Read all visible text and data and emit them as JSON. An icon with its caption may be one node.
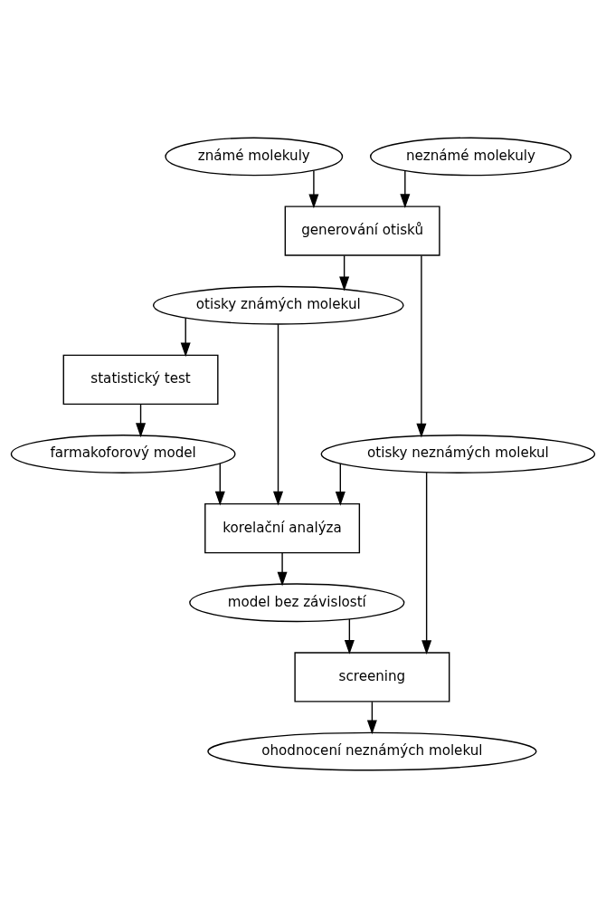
{
  "diagram": {
    "nodes": [
      {
        "text": [
          "známé molekuly"
        ]
      },
      {
        "text": [
          "neznámé molekuly"
        ]
      },
      {
        "text": [
          "generování otisků"
        ]
      },
      {
        "text": [
          "otisky známých molekul"
        ]
      },
      {
        "text": [
          "statistický test"
        ]
      },
      {
        "text": [
          "farmakoforový model"
        ]
      },
      {
        "text": [
          "otisky neznámých molekul"
        ]
      },
      {
        "text": [
          "korelační analýza"
        ]
      },
      {
        "text": [
          "model bez závislostí"
        ]
      },
      {
        "text": [
          "screening"
        ]
      },
      {
        "text": [
          "ohodnocení neznámých molekul"
        ]
      }
    ],
    "edges": [
      {
        "from": 0,
        "to": 2,
        "arrow": "to"
      },
      {
        "from": 1,
        "to": 2,
        "arrow": "to"
      },
      {
        "from": 2,
        "to": 3,
        "arrow": "to"
      },
      {
        "from": 2,
        "to": 6,
        "arrow": "to"
      },
      {
        "from": 3,
        "to": 4,
        "arrow": "to"
      },
      {
        "from": 3,
        "to": 7,
        "arrow": "to"
      },
      {
        "from": 4,
        "to": 5,
        "arrow": "to"
      },
      {
        "from": 5,
        "to": 7,
        "arrow": "to"
      },
      {
        "from": 6,
        "to": 7,
        "arrow": "to"
      },
      {
        "from": 6,
        "to": 9,
        "arrow": "to"
      },
      {
        "from": 7,
        "to": 8,
        "arrow": "to"
      },
      {
        "from": 8,
        "to": 9,
        "arrow": "to"
      },
      {
        "from": 9,
        "to": 10,
        "arrow": "to"
      }
    ]
  }
}
